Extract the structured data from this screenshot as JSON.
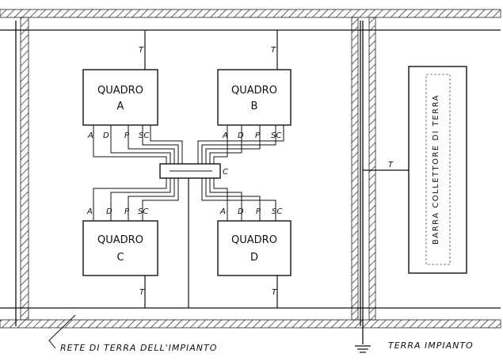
{
  "panels": {
    "a": {
      "title": "QUADRO",
      "letter": "A",
      "top_terminal": "T",
      "terminals": [
        "A",
        "D",
        "P",
        "SC"
      ]
    },
    "b": {
      "title": "QUADRO",
      "letter": "B",
      "top_terminal": "T",
      "terminals": [
        "A",
        "D",
        "P",
        "SC"
      ]
    },
    "c": {
      "title": "QUADRO",
      "letter": "C",
      "bottom_terminal": "T",
      "terminals": [
        "A",
        "D",
        "P",
        "SC"
      ]
    },
    "d": {
      "title": "QUADRO",
      "letter": "D",
      "bottom_terminal": "T",
      "terminals": [
        "A",
        "D",
        "P",
        "SC"
      ]
    }
  },
  "connector": {
    "label": "C"
  },
  "ground_bar": {
    "label": "BARRA COLLETTORE DI TERRA",
    "tap": "T"
  },
  "captions": {
    "network": "RETE DI TERRA DELL'IMPIANTO",
    "earth": "TERRA IMPIANTO"
  }
}
